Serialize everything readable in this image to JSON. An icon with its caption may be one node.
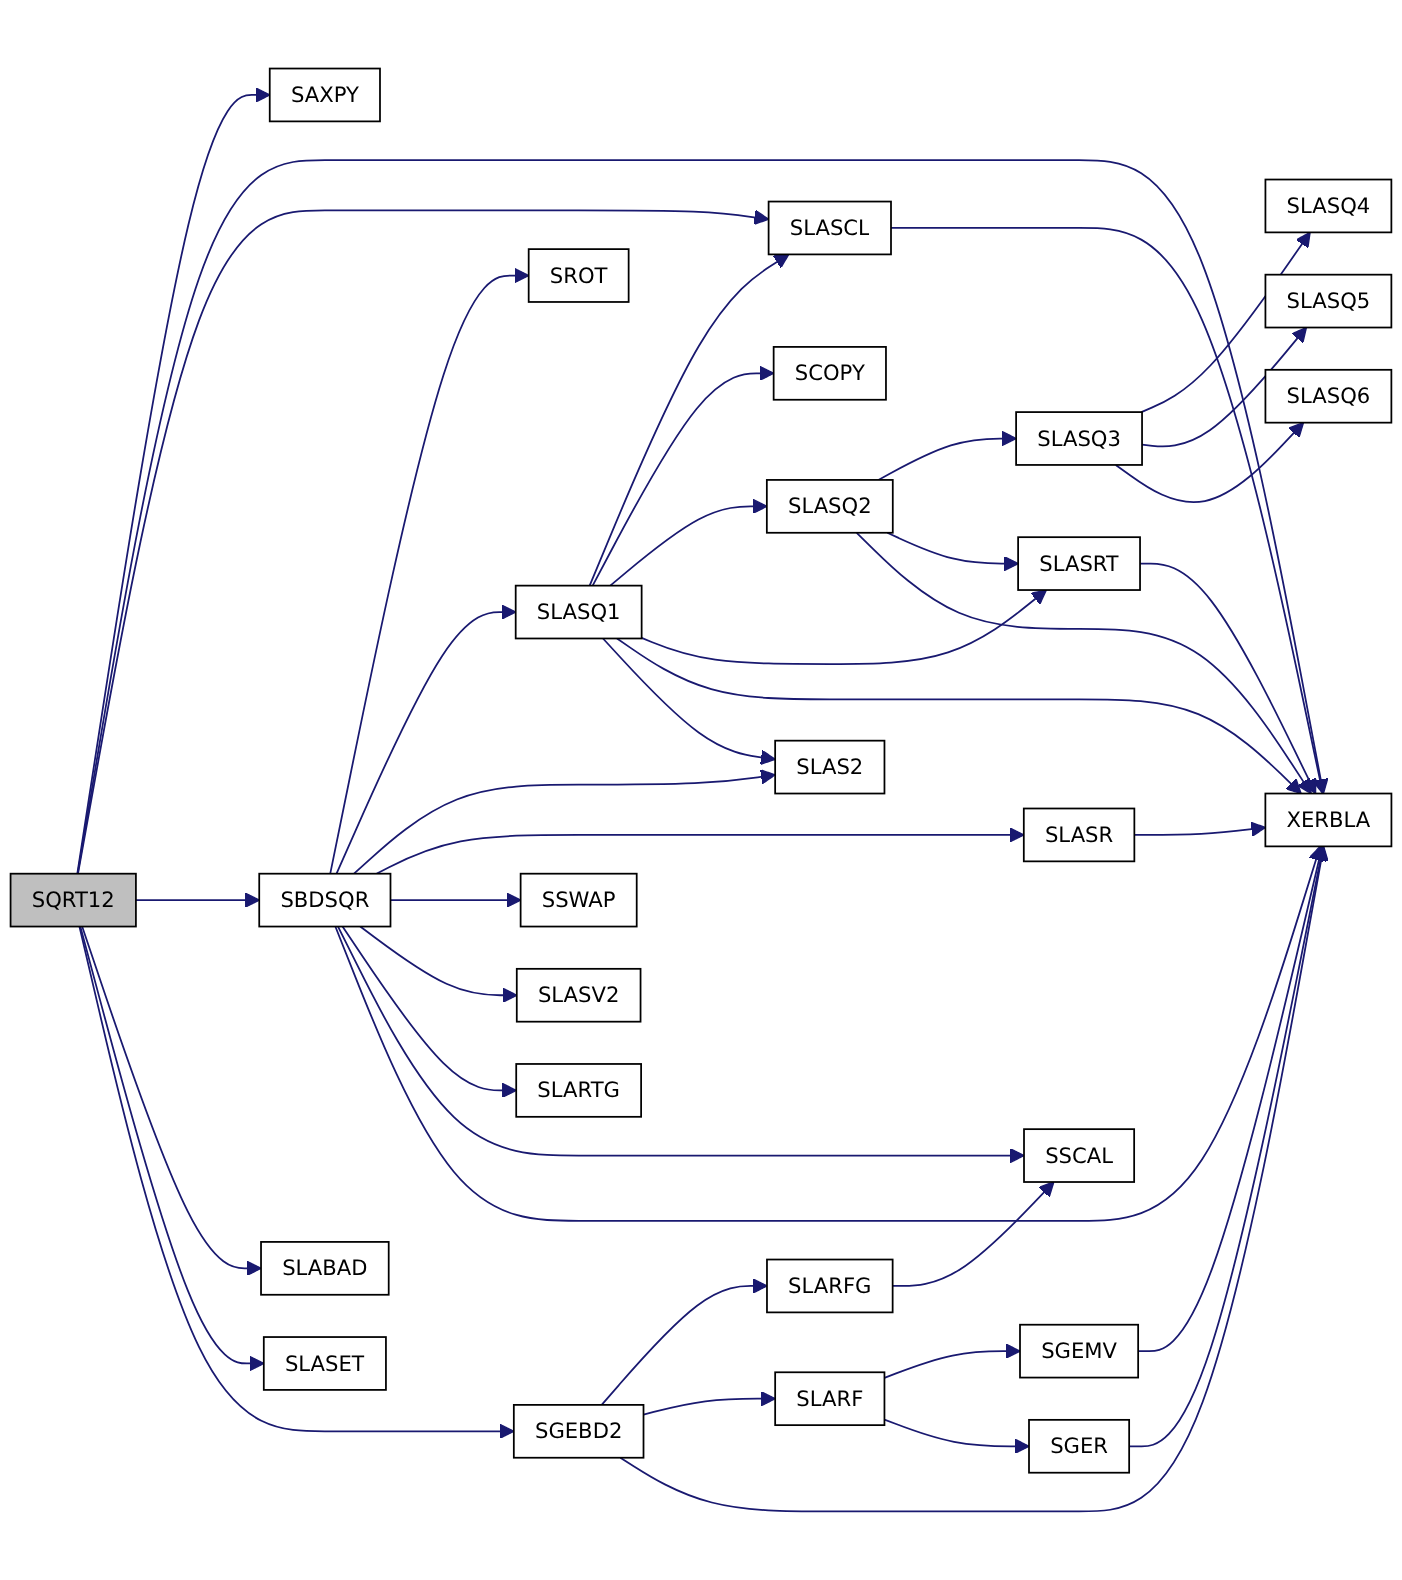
{
  "diagram": {
    "nodes": [
      {
        "text": [
          "SQRT12"
        ]
      },
      {
        "text": [
          "SAXPY"
        ]
      },
      {
        "text": [
          "SBDSQR"
        ]
      },
      {
        "text": [
          "SLABAD"
        ]
      },
      {
        "text": [
          "SLASET"
        ]
      },
      {
        "text": [
          "SROT"
        ]
      },
      {
        "text": [
          "SLASQ1"
        ]
      },
      {
        "text": [
          "SSWAP"
        ]
      },
      {
        "text": [
          "SLASV2"
        ]
      },
      {
        "text": [
          "SLARTG"
        ]
      },
      {
        "text": [
          "SGEBD2"
        ]
      },
      {
        "text": [
          "SLASCL"
        ]
      },
      {
        "text": [
          "SCOPY"
        ]
      },
      {
        "text": [
          "SLASQ2"
        ]
      },
      {
        "text": [
          "SLAS2"
        ]
      },
      {
        "text": [
          "SLARFG"
        ]
      },
      {
        "text": [
          "SLARF"
        ]
      },
      {
        "text": [
          "SLASQ3"
        ]
      },
      {
        "text": [
          "SLASRT"
        ]
      },
      {
        "text": [
          "SLASR"
        ]
      },
      {
        "text": [
          "SSCAL"
        ]
      },
      {
        "text": [
          "SGEMV"
        ]
      },
      {
        "text": [
          "SGER"
        ]
      },
      {
        "text": [
          "SLASQ4"
        ]
      },
      {
        "text": [
          "SLASQ5"
        ]
      },
      {
        "text": [
          "SLASQ6"
        ]
      },
      {
        "text": [
          "XERBLA"
        ]
      }
    ],
    "edges": [
      {
        "from": 0,
        "to": 1,
        "arrow": "to"
      },
      {
        "from": 0,
        "to": 26,
        "arrow": "to"
      },
      {
        "from": 0,
        "to": 11,
        "arrow": "to"
      },
      {
        "from": 0,
        "to": 2,
        "arrow": "to"
      },
      {
        "from": 0,
        "to": 3,
        "arrow": "to"
      },
      {
        "from": 0,
        "to": 4,
        "arrow": "to"
      },
      {
        "from": 0,
        "to": 10,
        "arrow": "to"
      },
      {
        "from": 2,
        "to": 5,
        "arrow": "to"
      },
      {
        "from": 2,
        "to": 6,
        "arrow": "to"
      },
      {
        "from": 2,
        "to": 14,
        "arrow": "to"
      },
      {
        "from": 2,
        "to": 19,
        "arrow": "to"
      },
      {
        "from": 2,
        "to": 7,
        "arrow": "to"
      },
      {
        "from": 2,
        "to": 8,
        "arrow": "to"
      },
      {
        "from": 2,
        "to": 9,
        "arrow": "to"
      },
      {
        "from": 2,
        "to": 20,
        "arrow": "to"
      },
      {
        "from": 2,
        "to": 26,
        "arrow": "to"
      },
      {
        "from": 6,
        "to": 11,
        "arrow": "to"
      },
      {
        "from": 6,
        "to": 12,
        "arrow": "to"
      },
      {
        "from": 6,
        "to": 13,
        "arrow": "to"
      },
      {
        "from": 6,
        "to": 18,
        "arrow": "to"
      },
      {
        "from": 6,
        "to": 26,
        "arrow": "to"
      },
      {
        "from": 6,
        "to": 14,
        "arrow": "to"
      },
      {
        "from": 13,
        "to": 17,
        "arrow": "to"
      },
      {
        "from": 13,
        "to": 18,
        "arrow": "to"
      },
      {
        "from": 13,
        "to": 26,
        "arrow": "to"
      },
      {
        "from": 17,
        "to": 23,
        "arrow": "to"
      },
      {
        "from": 17,
        "to": 24,
        "arrow": "to"
      },
      {
        "from": 17,
        "to": 25,
        "arrow": "to"
      },
      {
        "from": 11,
        "to": 26,
        "arrow": "to"
      },
      {
        "from": 18,
        "to": 26,
        "arrow": "to"
      },
      {
        "from": 19,
        "to": 26,
        "arrow": "to"
      },
      {
        "from": 10,
        "to": 15,
        "arrow": "to"
      },
      {
        "from": 10,
        "to": 16,
        "arrow": "to"
      },
      {
        "from": 10,
        "to": 26,
        "arrow": "to"
      },
      {
        "from": 15,
        "to": 20,
        "arrow": "to"
      },
      {
        "from": 16,
        "to": 21,
        "arrow": "to"
      },
      {
        "from": 16,
        "to": 22,
        "arrow": "to"
      },
      {
        "from": 21,
        "to": 26,
        "arrow": "to"
      },
      {
        "from": 22,
        "to": 26,
        "arrow": "to"
      }
    ]
  }
}
